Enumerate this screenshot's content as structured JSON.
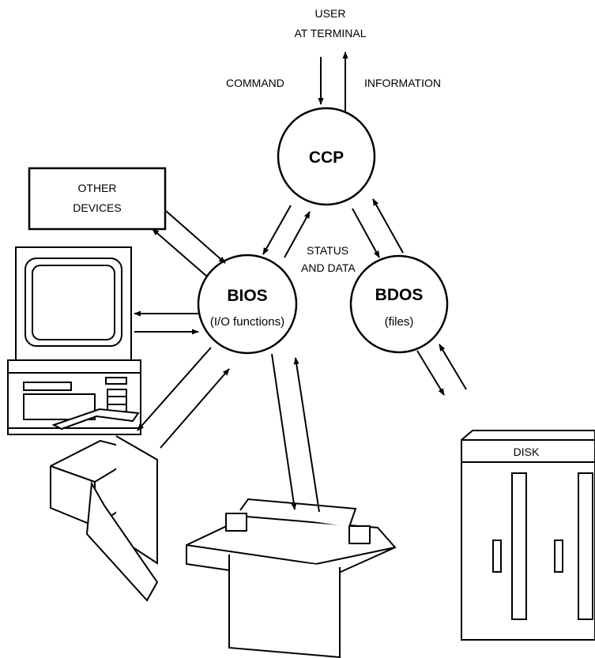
{
  "user": {
    "line1": "USER",
    "line2": "AT TERMINAL"
  },
  "arrows": {
    "command": "COMMAND",
    "information": "INFORMATION"
  },
  "ccp": {
    "title": "CCP"
  },
  "bios": {
    "title": "BIOS",
    "subtitle": "(I/O functions)"
  },
  "bdos": {
    "title": "BDOS",
    "subtitle": "(files)"
  },
  "status": {
    "line1": "STATUS",
    "line2": "AND DATA"
  },
  "other_devices": {
    "line1": "OTHER",
    "line2": "DEVICES"
  },
  "disk": {
    "label": "DISK"
  }
}
